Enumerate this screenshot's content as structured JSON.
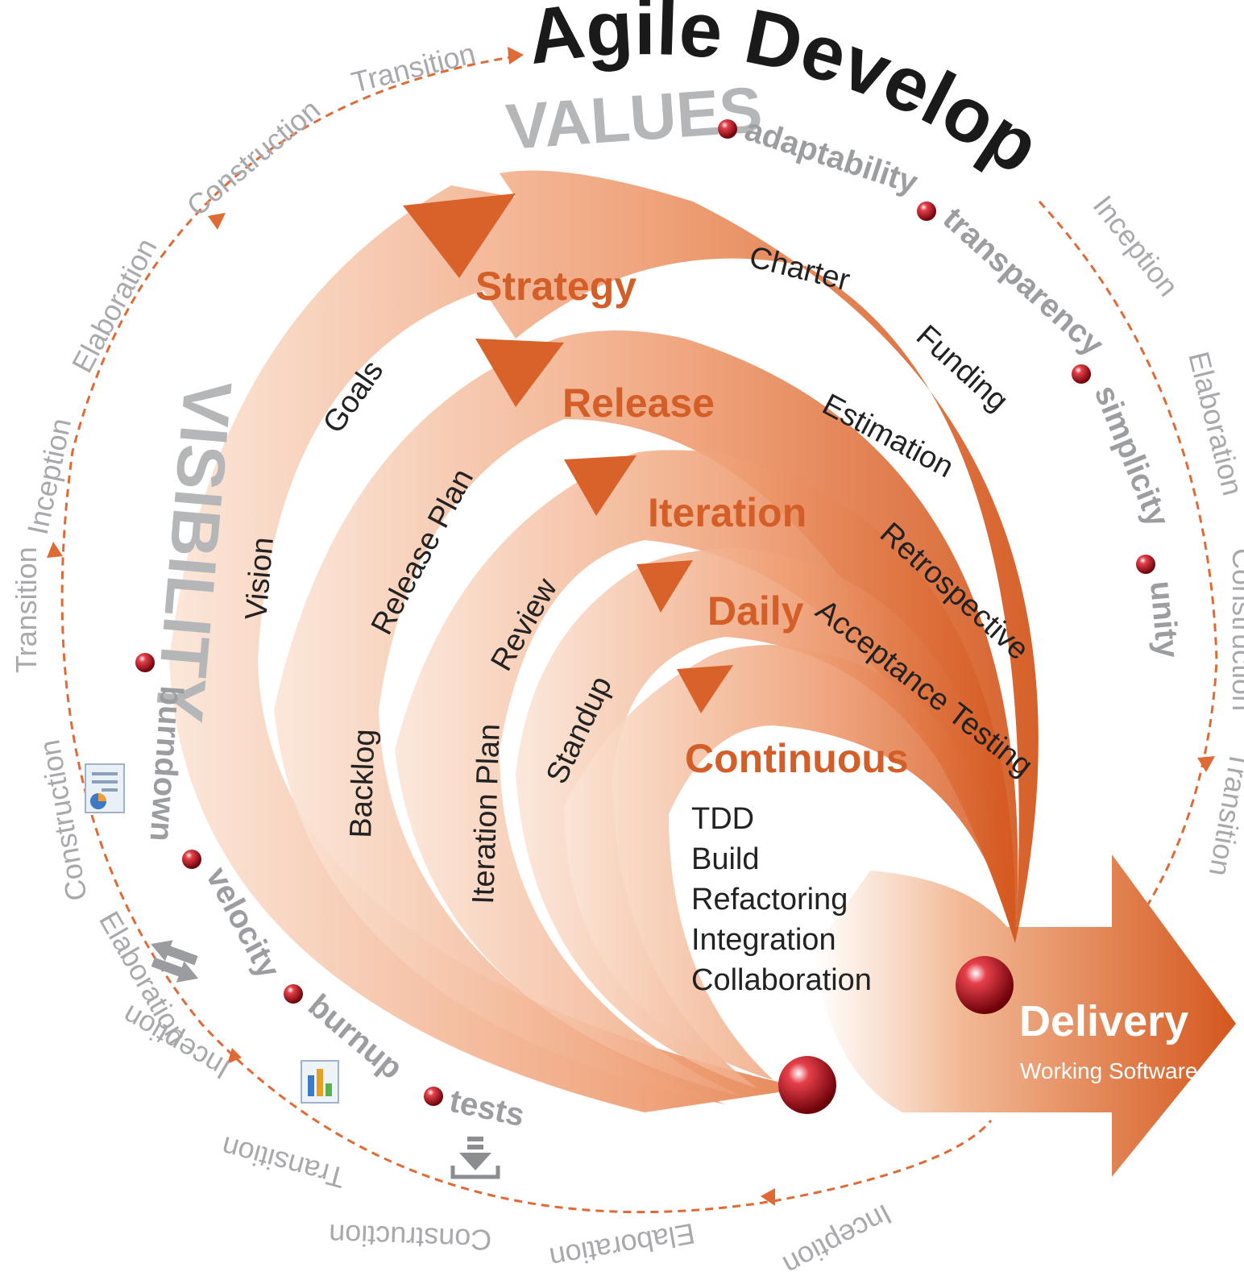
{
  "title": "Agile Development",
  "values": {
    "heading": "VALUES",
    "items": [
      "adaptability",
      "transparency",
      "simplicity",
      "unity"
    ]
  },
  "visibility": {
    "heading": "VISIBILITY",
    "items": [
      "burndown",
      "velocity",
      "burnup",
      "tests"
    ]
  },
  "levels": [
    {
      "name": "Strategy",
      "activities": [
        "Vision",
        "Goals",
        "Charter",
        "Funding"
      ]
    },
    {
      "name": "Release",
      "activities": [
        "Backlog",
        "Release Plan",
        "Estimation"
      ]
    },
    {
      "name": "Iteration",
      "activities": [
        "Iteration Plan",
        "Review",
        "Retrospective"
      ]
    },
    {
      "name": "Daily",
      "activities": [
        "Standup",
        "Acceptance Testing"
      ]
    },
    {
      "name": "Continuous",
      "activities": [
        "TDD",
        "Build",
        "Refactoring",
        "Integration",
        "Collaboration"
      ]
    }
  ],
  "delivery": {
    "label": "Delivery",
    "sublabel": "Working Software"
  },
  "phase_cycle": {
    "top_left": [
      "Transition",
      "Construction",
      "Elaboration",
      "Inception"
    ],
    "left": [
      "Transition",
      "Construction",
      "Elaboration"
    ],
    "bottom": [
      "Inception",
      "Transition",
      "Construction",
      "Elaboration",
      "Inception"
    ],
    "right": [
      "Inception",
      "Elaboration",
      "Construction",
      "Transition"
    ]
  },
  "colors": {
    "accent": "#d35e28",
    "arrow_dark": "#d8622a",
    "arrow_light": "#fbe3d4",
    "muted_text": "#a7a9ac",
    "bullet": "#b0121b"
  },
  "icons": [
    "report-pie-icon",
    "swap-arrows-icon",
    "bar-chart-icon",
    "download-tray-icon"
  ]
}
